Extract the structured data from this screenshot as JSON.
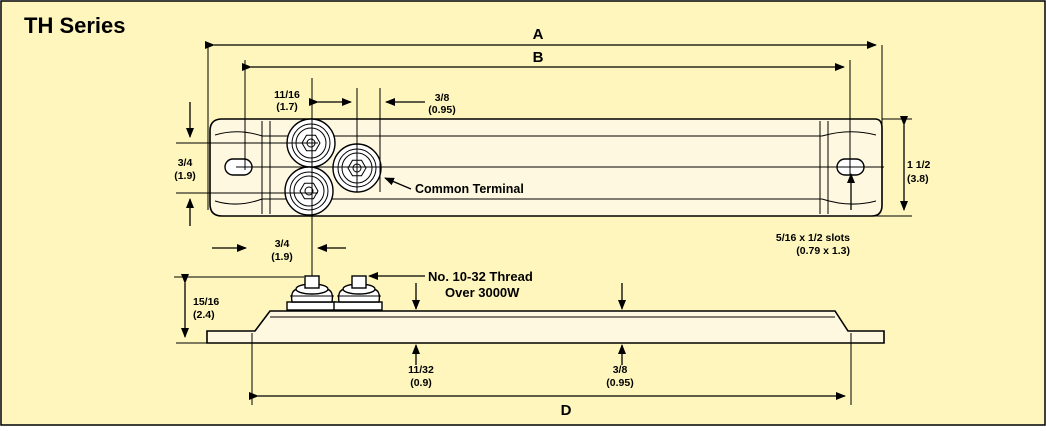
{
  "title": "TH Series",
  "background_color": "#fef6bd",
  "border_color": "#000000",
  "dimensions": {
    "A": "A",
    "B": "B",
    "D": "D",
    "top_11_16": "11/16",
    "top_11_16_mm": "(1.7)",
    "top_3_8": "3/8",
    "top_3_8_mm": "(0.95)",
    "left_3_4": "3/4",
    "left_3_4_mm": "(1.9)",
    "right_1_1_2": "1 1/2",
    "right_1_1_2_mm": "(3.8)",
    "bottom_3_4": "3/4",
    "bottom_3_4_mm": "(1.9)",
    "side_15_16": "15/16",
    "side_15_16_mm": "(2.4)",
    "base_11_32": "11/32",
    "base_11_32_mm": "(0.9)",
    "base_3_8": "3/8",
    "base_3_8_mm": "(0.95)"
  },
  "labels": {
    "common_terminal": "Common Terminal",
    "slots": "5/16 x 1/2 slots",
    "slots_mm": "(0.79 x 1.3)",
    "thread_line1": "No. 10-32 Thread",
    "thread_line2": "Over 3000W"
  }
}
